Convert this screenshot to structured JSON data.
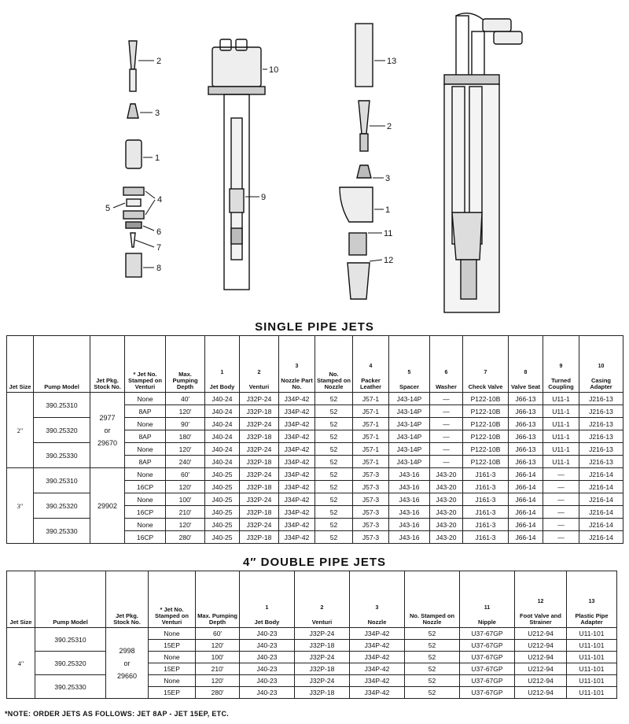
{
  "callouts": {
    "a": [
      "2",
      "3",
      "1",
      "4",
      "5",
      "6",
      "7",
      "8"
    ],
    "b": [
      "10",
      "9"
    ],
    "c": [
      "13",
      "2",
      "3",
      "1",
      "11",
      "12"
    ]
  },
  "single": {
    "title": "SINGLE PIPE JETS",
    "headers": [
      {
        "num": "",
        "label": "Jet Size"
      },
      {
        "num": "",
        "label": "Pump Model"
      },
      {
        "num": "",
        "label": "Jet Pkg. Stock No."
      },
      {
        "num": "",
        "label": "* Jet No. Stamped on Venturi"
      },
      {
        "num": "",
        "label": "Max. Pumping Depth"
      },
      {
        "num": "1",
        "label": "Jet Body"
      },
      {
        "num": "2",
        "label": "Venturi"
      },
      {
        "num": "3",
        "label": "Nozzle Part No."
      },
      {
        "num": "",
        "label": "No. Stamped on Nozzle"
      },
      {
        "num": "4",
        "label": "Packer Leather"
      },
      {
        "num": "5",
        "label": "Spacer"
      },
      {
        "num": "6",
        "label": "Washer"
      },
      {
        "num": "7",
        "label": "Check Valve"
      },
      {
        "num": "8",
        "label": "Valve Seat"
      },
      {
        "num": "9",
        "label": "Turned Coupling"
      },
      {
        "num": "10",
        "label": "Casing Adapter"
      }
    ],
    "groups": [
      {
        "size": "2″",
        "stock": [
          "2977",
          "or",
          "29670"
        ],
        "models": [
          {
            "model": "390.25310",
            "rows": [
              [
                "None",
                "40′",
                "J40-24",
                "J32P-24",
                "J34P-42",
                "52",
                "J57-1",
                "J43-14P",
                "—",
                "P122-10B",
                "J66-13",
                "U11-1",
                "J216-13"
              ],
              [
                "8AP",
                "120′",
                "J40-24",
                "J32P-18",
                "J34P-42",
                "52",
                "J57-1",
                "J43-14P",
                "—",
                "P122-10B",
                "J66-13",
                "U11-1",
                "J216-13"
              ]
            ]
          },
          {
            "model": "390.25320",
            "rows": [
              [
                "None",
                "90′",
                "J40-24",
                "J32P-24",
                "J34P-42",
                "52",
                "J57-1",
                "J43-14P",
                "—",
                "P122-10B",
                "J66-13",
                "U11-1",
                "J216-13"
              ],
              [
                "8AP",
                "180′",
                "J40-24",
                "J32P-18",
                "J34P-42",
                "52",
                "J57-1",
                "J43-14P",
                "—",
                "P122-10B",
                "J66-13",
                "U11-1",
                "J216-13"
              ]
            ]
          },
          {
            "model": "390.25330",
            "rows": [
              [
                "None",
                "120′",
                "J40-24",
                "J32P-24",
                "J34P-42",
                "52",
                "J57-1",
                "J43-14P",
                "—",
                "P122-10B",
                "J66-13",
                "U11-1",
                "J216-13"
              ],
              [
                "8AP",
                "240′",
                "J40-24",
                "J32P-18",
                "J34P-42",
                "52",
                "J57-1",
                "J43-14P",
                "—",
                "P122-10B",
                "J66-13",
                "U11-1",
                "J216-13"
              ]
            ]
          }
        ]
      },
      {
        "size": "3″",
        "stock": [
          "29902"
        ],
        "models": [
          {
            "model": "390.25310",
            "rows": [
              [
                "None",
                "60′",
                "J40-25",
                "J32P-24",
                "J34P-42",
                "52",
                "J57-3",
                "J43-16",
                "J43-20",
                "J161-3",
                "J66-14",
                "—",
                "J216-14"
              ],
              [
                "16CP",
                "120′",
                "J40-25",
                "J32P-18",
                "J34P-42",
                "52",
                "J57-3",
                "J43-16",
                "J43-20",
                "J161-3",
                "J66-14",
                "—",
                "J216-14"
              ]
            ]
          },
          {
            "model": "390.25320",
            "rows": [
              [
                "None",
                "100′",
                "J40-25",
                "J32P-24",
                "J34P-42",
                "52",
                "J57-3",
                "J43-16",
                "J43-20",
                "J161-3",
                "J66-14",
                "—",
                "J216-14"
              ],
              [
                "16CP",
                "210′",
                "J40-25",
                "J32P-18",
                "J34P-42",
                "52",
                "J57-3",
                "J43-16",
                "J43-20",
                "J161-3",
                "J66-14",
                "—",
                "J216-14"
              ]
            ]
          },
          {
            "model": "390.25330",
            "rows": [
              [
                "None",
                "120′",
                "J40-25",
                "J32P-24",
                "J34P-42",
                "52",
                "J57-3",
                "J43-16",
                "J43-20",
                "J161-3",
                "J66-14",
                "—",
                "J216-14"
              ],
              [
                "16CP",
                "280′",
                "J40-25",
                "J32P-18",
                "J34P-42",
                "52",
                "J57-3",
                "J43-16",
                "J43-20",
                "J161-3",
                "J66-14",
                "—",
                "J216-14"
              ]
            ]
          }
        ]
      }
    ]
  },
  "double": {
    "title": "4″ DOUBLE PIPE JETS",
    "headers": [
      {
        "num": "",
        "label": "Jet Size"
      },
      {
        "num": "",
        "label": "Pump Model"
      },
      {
        "num": "",
        "label": "Jet Pkg. Stock No."
      },
      {
        "num": "",
        "label": "* Jet No. Stamped on Venturi"
      },
      {
        "num": "",
        "label": "Max. Pumping Depth"
      },
      {
        "num": "1",
        "label": "Jet Body"
      },
      {
        "num": "2",
        "label": "Venturi"
      },
      {
        "num": "3",
        "label": "Nozzle"
      },
      {
        "num": "",
        "label": "No. Stamped on Nozzle"
      },
      {
        "num": "11",
        "label": "Nipple"
      },
      {
        "num": "12",
        "label": "Foot Valve and Strainer"
      },
      {
        "num": "13",
        "label": "Plastic Pipe Adapter"
      }
    ],
    "groups": [
      {
        "size": "4″",
        "stock": [
          "2998",
          "or",
          "29660"
        ],
        "models": [
          {
            "model": "390.25310",
            "rows": [
              [
                "None",
                "60′",
                "J40-23",
                "J32P-24",
                "J34P-42",
                "52",
                "U37-67GP",
                "U212-94",
                "U11-101"
              ],
              [
                "15EP",
                "120′",
                "J40-23",
                "J32P-18",
                "J34P-42",
                "52",
                "U37-67GP",
                "U212-94",
                "U11-101"
              ]
            ]
          },
          {
            "model": "390.25320",
            "rows": [
              [
                "None",
                "100′",
                "J40-23",
                "J32P-24",
                "J34P-42",
                "52",
                "U37-67GP",
                "U212-94",
                "U11-101"
              ],
              [
                "15EP",
                "210′",
                "J40-23",
                "J32P-18",
                "J34P-42",
                "52",
                "U37-67GP",
                "U212-94",
                "U11-101"
              ]
            ]
          },
          {
            "model": "390.25330",
            "rows": [
              [
                "None",
                "120′",
                "J40-23",
                "J32P-24",
                "J34P-42",
                "52",
                "U37-67GP",
                "U212-94",
                "U11-101"
              ],
              [
                "15EP",
                "280′",
                "J40-23",
                "J32P-18",
                "J34P-42",
                "52",
                "U37-67GP",
                "U212-94",
                "U11-101"
              ]
            ]
          }
        ]
      }
    ]
  },
  "note": "*NOTE: ORDER JETS AS FOLLOWS: JET 8AP - JET 15EP, ETC."
}
